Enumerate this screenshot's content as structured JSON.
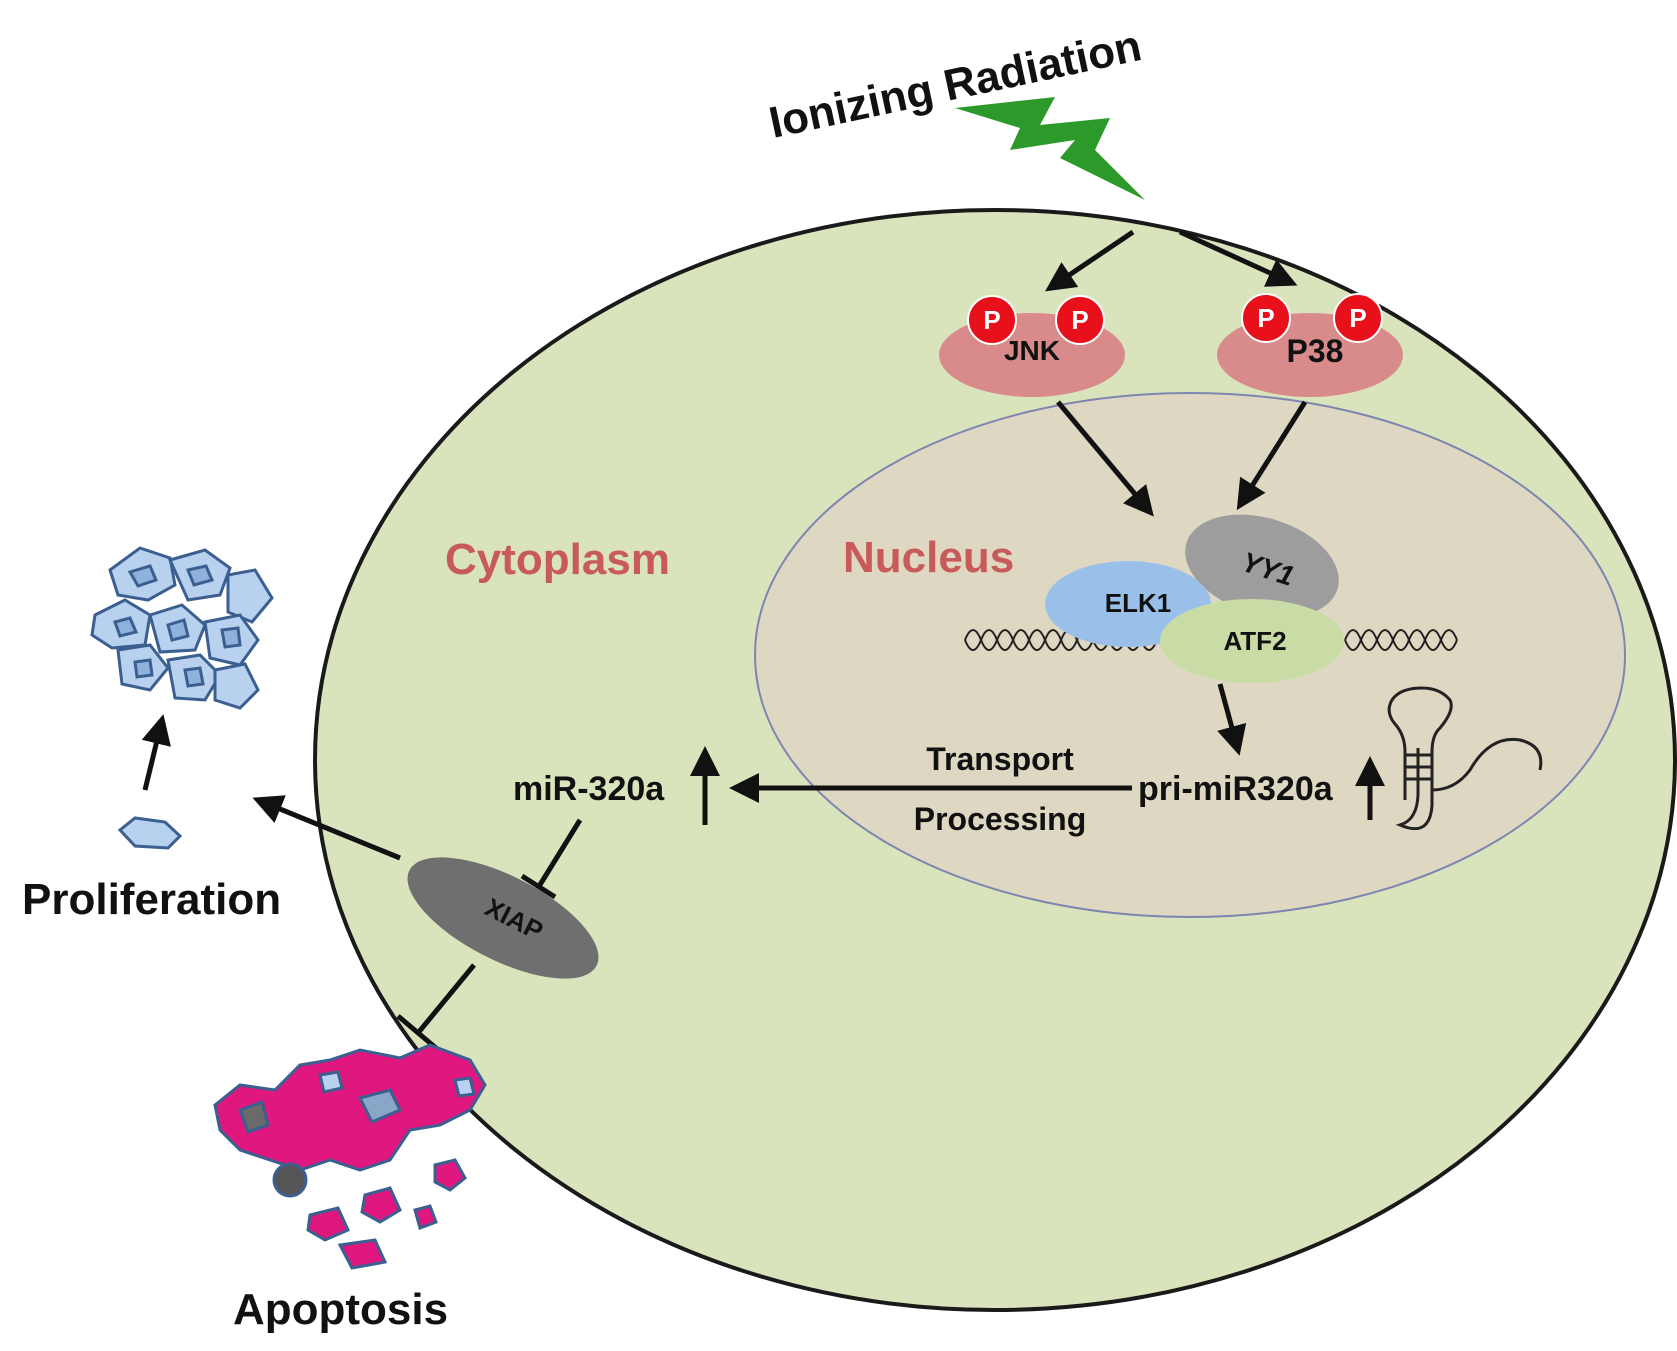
{
  "labels": {
    "ionizing_radiation": "Ionizing Radiation",
    "cytoplasm": "Cytoplasm",
    "nucleus": "Nucleus",
    "jnk": "JNK",
    "p38": "P38",
    "phospho": "P",
    "yy1": "YY1",
    "elk1": "ELK1",
    "atf2": "ATF2",
    "transport": "Transport",
    "processing": "Processing",
    "pri_mir": "pri-miR320a",
    "mir": "miR-320a",
    "xiap": "XIAP",
    "proliferation": "Proliferation",
    "apoptosis": "Apoptosis"
  },
  "colors": {
    "cell": "#d9e4bd",
    "nucleus": "#ded7c2",
    "kinase": "#d98b8b",
    "phospho": "#e8101a",
    "elk1": "#9ac0ea",
    "yy1": "#9d9d9d",
    "atf2": "#c9dca6",
    "xiap": "#6f6f6f",
    "lightning": "#2b9a2b",
    "label_red": "#c85a5a",
    "cells_blue": "#b7d1ee",
    "apoptosis_pink": "#e0177f"
  }
}
